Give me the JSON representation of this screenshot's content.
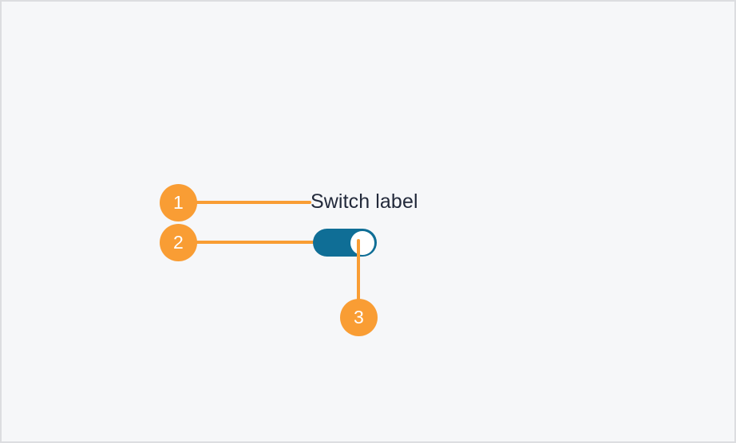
{
  "figure": {
    "background_color": "#f6f7f9",
    "border_color": "#dcdde0",
    "accent_color": "#f99d34",
    "component_color": "#0f6e96",
    "text_color": "#232a3b"
  },
  "component": {
    "type": "switch",
    "label": "Switch label",
    "state": "on",
    "knob_color": "#ffffff"
  },
  "annotations": [
    {
      "number": "1",
      "target": "switch-label"
    },
    {
      "number": "2",
      "target": "switch-track"
    },
    {
      "number": "3",
      "target": "switch-knob"
    }
  ]
}
